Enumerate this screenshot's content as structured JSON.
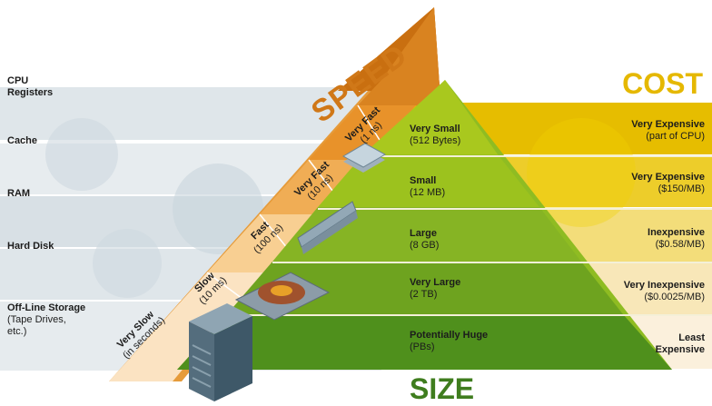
{
  "titles": {
    "speed": "SPEED",
    "cost": "COST",
    "size": "SIZE"
  },
  "levels": [
    {
      "name": "CPU Registers",
      "name_l1": "CPU",
      "name_l2": "Registers",
      "speed": "Very Fast",
      "speed_detail": "(1 ns)",
      "size": "Very Small",
      "size_detail": "(512 Bytes)",
      "cost": "Very Expensive",
      "cost_detail": "(part of CPU)",
      "icon": "cpu-chip-icon"
    },
    {
      "name": "Cache",
      "speed": "Very Fast",
      "speed_detail": "(10 ns)",
      "size": "Small",
      "size_detail": "(12 MB)",
      "cost": "Very Expensive",
      "cost_detail": "($150/MB)",
      "icon": "ram-module-icon"
    },
    {
      "name": "RAM",
      "speed": "Fast",
      "speed_detail": "(100 ns)",
      "size": "Large",
      "size_detail": "(8 GB)",
      "cost": "Inexpensive",
      "cost_detail": "($0.58/MB)",
      "icon": "ram-module-icon"
    },
    {
      "name": "Hard Disk",
      "speed": "Slow",
      "speed_detail": "(10 ms)",
      "size": "Very Large",
      "size_detail": "(2 TB)",
      "cost": "Very Inexpensive",
      "cost_detail": "($0.0025/MB)",
      "icon": "hard-disk-icon"
    },
    {
      "name": "Off-Line Storage",
      "name_l2": "(Tape Drives,",
      "name_l3": "etc.)",
      "speed": "Very Slow",
      "speed_detail": "(in seconds)",
      "size": "Potentially Huge",
      "size_detail": "(PBs)",
      "cost": "Least",
      "cost_l2": "Expensive",
      "icon": "server-tower-icon"
    }
  ],
  "colors": {
    "speed_dark": "#c96f10",
    "speed_mid": "#e8922a",
    "speed_light": "#f7c98a",
    "speed_pale": "#fbe3c2",
    "size_title": "#3f7d1e",
    "cost_title": "#e5b800",
    "pyramid_top": "#a8c81e",
    "pyramid_bottom": "#4e8f1c",
    "cost_band": "#e8c000",
    "band_gray": "#d4dde3"
  }
}
